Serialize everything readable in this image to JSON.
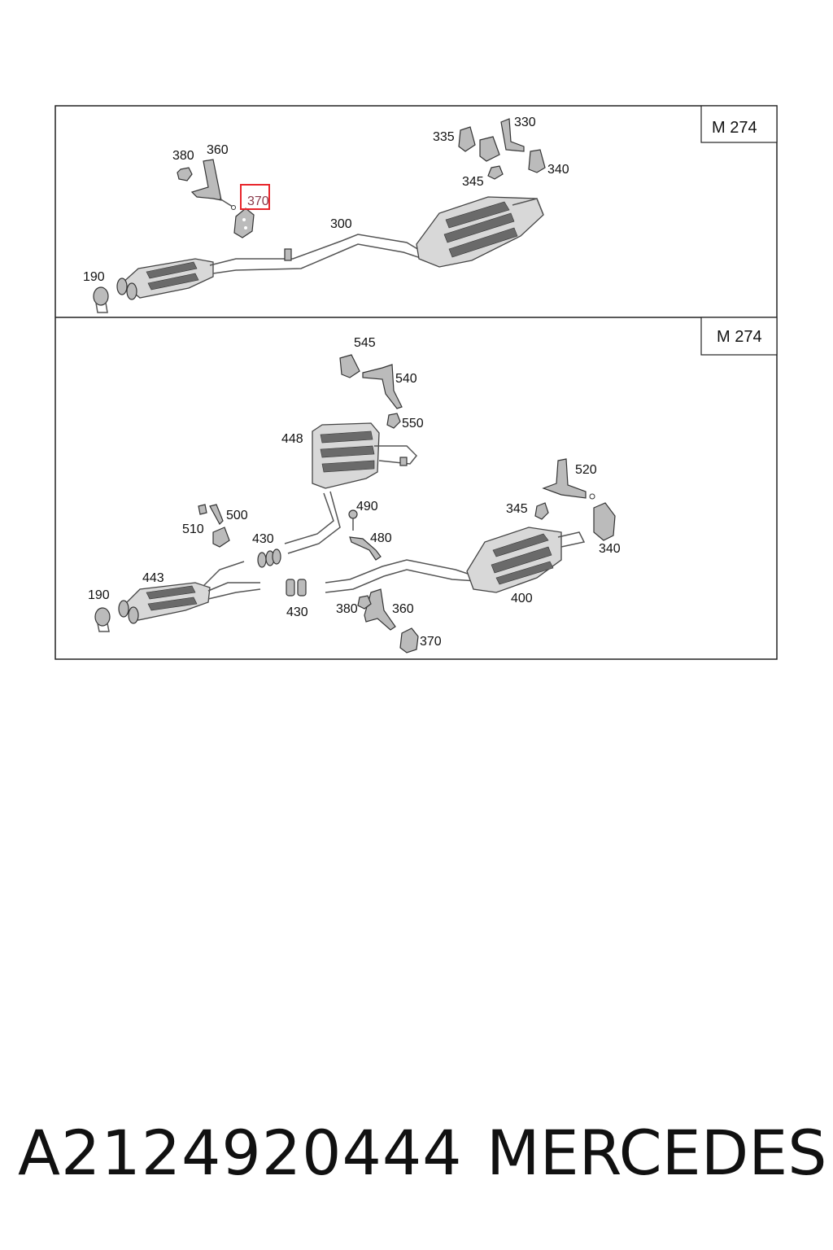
{
  "panels": [
    {
      "tag": "M 274",
      "labels": [
        {
          "id": "190",
          "text": "190"
        },
        {
          "id": "380",
          "text": "380"
        },
        {
          "id": "360",
          "text": "360"
        },
        {
          "id": "370",
          "text": "370",
          "highlight": true
        },
        {
          "id": "300",
          "text": "300"
        },
        {
          "id": "335",
          "text": "335"
        },
        {
          "id": "330",
          "text": "330"
        },
        {
          "id": "345",
          "text": "345"
        },
        {
          "id": "340",
          "text": "340"
        }
      ]
    },
    {
      "tag": "M 274",
      "labels": [
        {
          "id": "545",
          "text": "545"
        },
        {
          "id": "540",
          "text": "540"
        },
        {
          "id": "550",
          "text": "550"
        },
        {
          "id": "448",
          "text": "448"
        },
        {
          "id": "520",
          "text": "520"
        },
        {
          "id": "490",
          "text": "490"
        },
        {
          "id": "500",
          "text": "500"
        },
        {
          "id": "345",
          "text": "345"
        },
        {
          "id": "510",
          "text": "510"
        },
        {
          "id": "430a",
          "text": "430"
        },
        {
          "id": "480",
          "text": "480"
        },
        {
          "id": "340",
          "text": "340"
        },
        {
          "id": "443",
          "text": "443"
        },
        {
          "id": "400",
          "text": "400"
        },
        {
          "id": "190",
          "text": "190"
        },
        {
          "id": "380",
          "text": "380"
        },
        {
          "id": "360",
          "text": "360"
        },
        {
          "id": "430b",
          "text": "430"
        },
        {
          "id": "370",
          "text": "370"
        }
      ]
    }
  ],
  "highlight_color": "#e8262c",
  "footer": {
    "part_number": "A2124920444",
    "brand": "MERCEDES"
  }
}
